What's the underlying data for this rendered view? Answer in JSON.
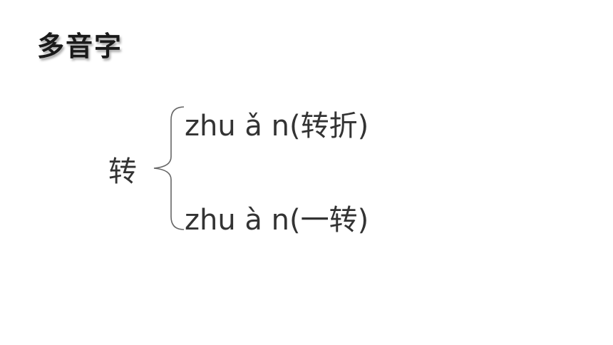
{
  "slide": {
    "title": "多音字",
    "character": "转",
    "readings": [
      {
        "pinyin": "zhu ǎ n",
        "example": "(转折)"
      },
      {
        "pinyin": "zhu à n",
        "example": "(一转)"
      }
    ]
  }
}
